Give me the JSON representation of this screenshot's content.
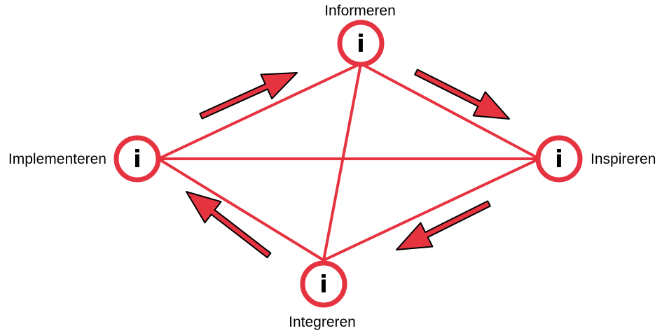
{
  "colors": {
    "accent": "#e63340",
    "outline": "#000000",
    "background": "#ffffff"
  },
  "nodes": {
    "top": {
      "label": "Informeren",
      "glyph": "i",
      "icon": "info-icon"
    },
    "right": {
      "label": "Inspireren",
      "glyph": "i",
      "icon": "info-icon"
    },
    "bottom": {
      "label": "Integreren",
      "glyph": "i",
      "icon": "info-icon"
    },
    "left": {
      "label": "Implementeren",
      "glyph": "i",
      "icon": "info-icon"
    }
  },
  "edges": [
    {
      "from": "top",
      "to": "right"
    },
    {
      "from": "top",
      "to": "bottom"
    },
    {
      "from": "top",
      "to": "left"
    },
    {
      "from": "left",
      "to": "right"
    },
    {
      "from": "left",
      "to": "bottom"
    },
    {
      "from": "bottom",
      "to": "right"
    }
  ],
  "cycle_arrows": [
    {
      "from": "left",
      "to": "top"
    },
    {
      "from": "top",
      "to": "right"
    },
    {
      "from": "right",
      "to": "bottom"
    },
    {
      "from": "bottom",
      "to": "left"
    }
  ]
}
